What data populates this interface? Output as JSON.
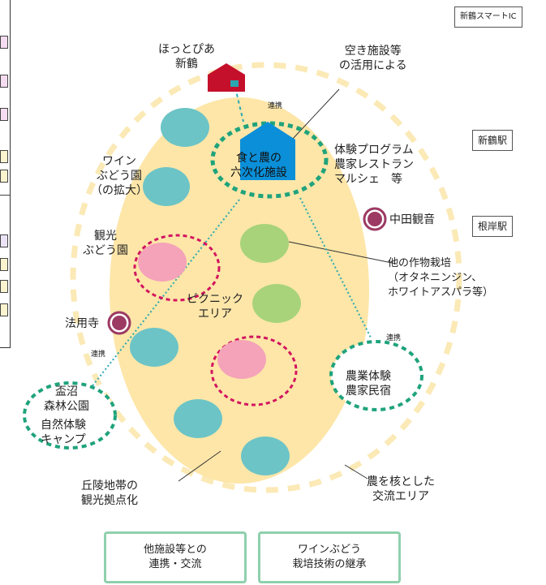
{
  "stations": {
    "smart_ic": "新鶴スマートIC",
    "niitsuru": "新鶴駅",
    "negishi": "根岸駅"
  },
  "labels": {
    "hottopia": "ほっとぴあ\n新鶴",
    "vacant": "空き施設等\nの活用による",
    "renkei_top": "連携",
    "center": "食と農の\n六次化施設",
    "program": "体験プログラム\n農家レストラン\nマルシェ　等",
    "wine_vineyard": "ワイン\nぶどう園\n（の拡大）",
    "nakata": "中田観音",
    "tourist_vineyard": "観光\nぶどう園",
    "other_crops": "他の作物栽培\n（オタネニンジン、\nホワイトアスパラ等）",
    "picnic": "ピクニック\nエリア",
    "hoyoji": "法用寺",
    "renkei_left": "連携",
    "renkei_right": "連携",
    "farm_exp": "農業体験\n農家民宿",
    "morinuma": "盃沼\n森林公園",
    "nature_camp": "自然体験\nキャンプ",
    "hills": "丘陵地帯の\n観光拠点化",
    "exchange_area": "農を核とした\n交流エリア"
  },
  "bottom_boxes": {
    "cooperation": "他施設等との\n連携・交流",
    "wine_tech": "ワインぶどう\n栽培技術の継承"
  },
  "colors": {
    "ellipse_fill": "#fde6a8",
    "dash_border": "#fbe9b6",
    "teal": "#6cc4c6",
    "green": "#a8d37a",
    "pink": "#f4a3b9",
    "red_dash": "#d2155f",
    "green_dash": "#1fa37c",
    "blue_house": "#0b8fd9",
    "red_house": "#c5102b",
    "temple": "#9c3a63",
    "teal_line": "#2aa8b0",
    "box_border": "#8fd0ad"
  }
}
